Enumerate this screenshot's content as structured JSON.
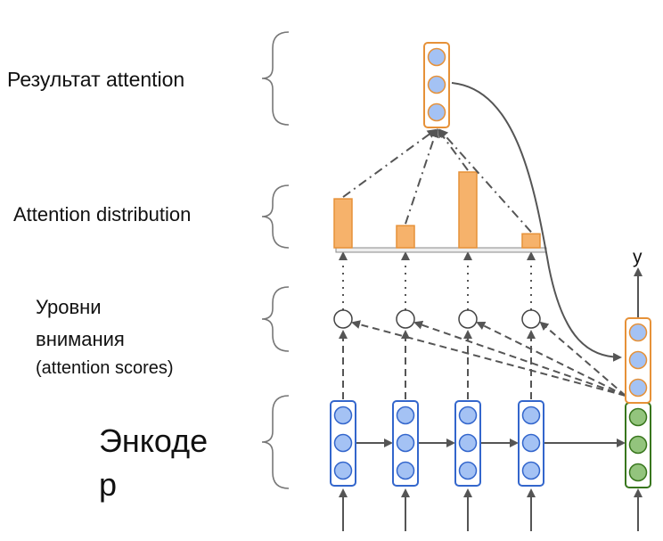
{
  "labels": {
    "attention_output": "Результат attention",
    "attention_distribution": "Attention distribution",
    "attention_scores_line1": "Уровни",
    "attention_scores_line2": "внимания",
    "attention_scores_line3": "(attention scores)",
    "encoder_line1": "Энкоде",
    "encoder_line2": "р",
    "output_y": "y"
  },
  "attention_weights": [
    0.42,
    0.19,
    0.65,
    0.12
  ],
  "colors": {
    "encoder_border": "#3366cc",
    "encoder_fill": "#a4c2f4",
    "decoder_border": "#38761d",
    "decoder_fill": "#93c47d",
    "attention_border": "#e69138",
    "attention_fill": "#f6b26b",
    "arrow": "#555555"
  }
}
